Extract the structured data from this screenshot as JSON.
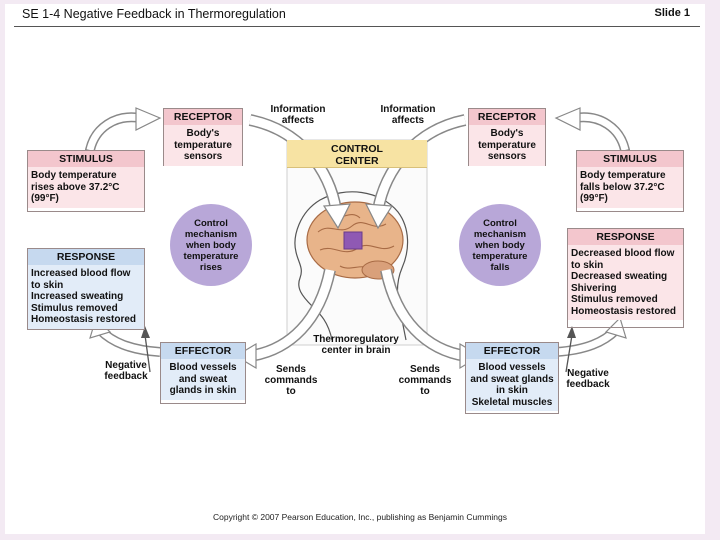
{
  "header": {
    "title": "SE 1-4 Negative Feedback in Thermoregulation",
    "slide": "Slide 1"
  },
  "left": {
    "receptor_title": "RECEPTOR",
    "receptor_text": "Body's\ntemperature\nsensors",
    "stimulus_title": "STIMULUS",
    "stimulus_text": "Body temperature\nrises above 37.2°C\n(99°F)",
    "response_title": "RESPONSE",
    "response_text": "Increased blood flow\nto skin\nIncreased sweating\nStimulus removed\nHomeostasis restored",
    "effector_title": "EFFECTOR",
    "effector_text": "Blood vessels\nand sweat\nglands in skin",
    "control_circle": "Control\nmechanism\nwhen body\ntemperature\nrises",
    "info_label": "Information\naffects",
    "sends_label": "Sends\ncommands\nto",
    "negative_feedback": "Negative\nfeedback"
  },
  "right": {
    "receptor_title": "RECEPTOR",
    "receptor_text": "Body's\ntemperature\nsensors",
    "stimulus_title": "STIMULUS",
    "stimulus_text": "Body temperature\nfalls below 37.2°C\n(99°F)",
    "response_title": "RESPONSE",
    "response_text": "Decreased blood flow\nto skin\nDecreased sweating\nShivering\nStimulus removed\nHomeostasis restored",
    "effector_title": "EFFECTOR",
    "effector_text": "Blood vessels\nand sweat glands\nin skin\nSkeletal muscles",
    "control_circle": "Control\nmechanism\nwhen body\ntemperature\nfalls",
    "info_label": "Information\naffects",
    "sends_label": "Sends\ncommands\nto",
    "negative_feedback": "Negative\nfeedback"
  },
  "center": {
    "control_center": "CONTROL\nCENTER",
    "brain_label": "Thermoregulatory\ncenter in brain"
  },
  "footer": {
    "copyright": "Copyright © 2007 Pearson Education, Inc., publishing as Benjamin Cummings"
  }
}
